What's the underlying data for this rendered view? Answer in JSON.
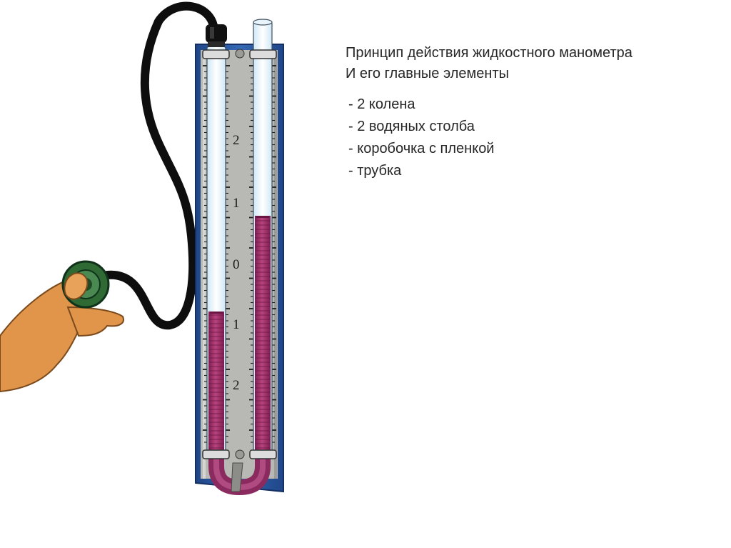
{
  "slide": {
    "title_line_1": "Принцип действия жидкостного манометра",
    "title_line_2": "И его главные элементы",
    "elements": [
      "- 2 колена",
      "- 2 водяных столба",
      "- коробочка с пленкой",
      "- трубка"
    ]
  },
  "manometer": {
    "scale_labels": [
      "2",
      "1",
      "0",
      "1",
      "2"
    ],
    "colors": {
      "board": "#2c5aa3",
      "board_inner": "#b8b9b4",
      "liquid": "#a8336f",
      "hose": "#0e0e0e",
      "skin": "#e0954a",
      "capsule": "#2f6a35"
    }
  }
}
